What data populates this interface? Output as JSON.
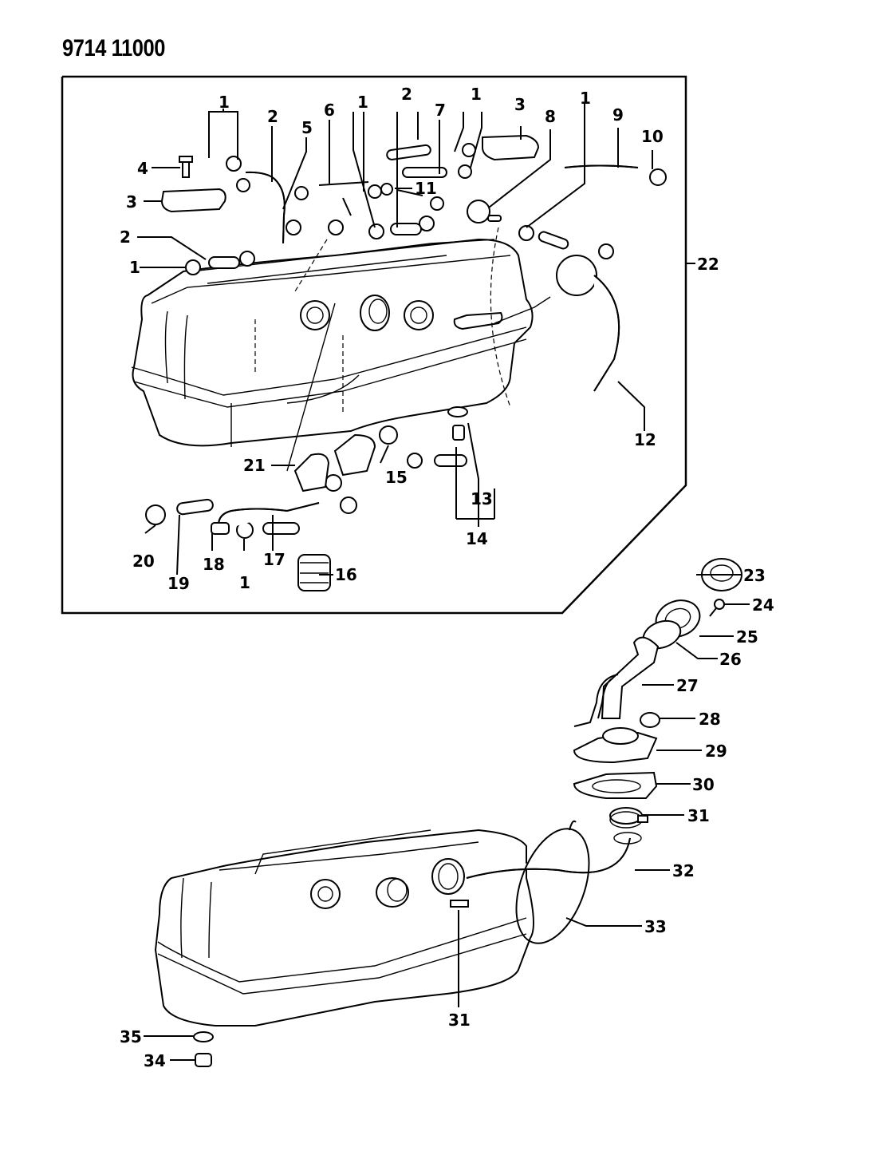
{
  "diagram": {
    "catalog_code": "9714 11000",
    "subject": "Fuel tank and filler neck assembly (exploded parts view)",
    "callouts": {
      "c1a": "1",
      "c1b": "1",
      "c1c": "1",
      "c1d": "1",
      "c1e": "1",
      "c1f": "1",
      "c2a": "2",
      "c2b": "2",
      "c2c": "2",
      "c3a": "3",
      "c3b": "3",
      "c4": "4",
      "c5": "5",
      "c6": "6",
      "c7": "7",
      "c8": "8",
      "c9": "9",
      "c10": "10",
      "c11": "11",
      "c12": "12",
      "c13": "13",
      "c14": "14",
      "c15": "15",
      "c16": "16",
      "c17": "17",
      "c18": "18",
      "c19": "19",
      "c20": "20",
      "c21": "21",
      "c22": "22",
      "c23": "23",
      "c24": "24",
      "c25": "25",
      "c26": "26",
      "c27": "27",
      "c28": "28",
      "c29": "29",
      "c30": "30",
      "c31a": "31",
      "c31b": "31",
      "c32": "32",
      "c33": "33",
      "c34": "34",
      "c35": "35"
    }
  }
}
